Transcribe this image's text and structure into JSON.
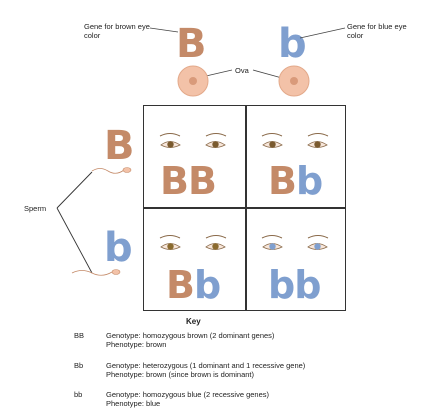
{
  "labels": {
    "gene_brown": "Gene for brown eye color",
    "gene_blue": "Gene for blue eye color",
    "ova": "Ova",
    "sperm": "Sperm"
  },
  "ova_alleles": [
    "B",
    "b"
  ],
  "sperm_alleles": [
    "B",
    "b"
  ],
  "cells": [
    {
      "genotype": "BB",
      "first": "B",
      "second": "B",
      "eye": "brown"
    },
    {
      "genotype": "Bb",
      "first": "B",
      "second": "b",
      "eye": "brown"
    },
    {
      "genotype": "Bb",
      "first": "B",
      "second": "b",
      "eye": "brown"
    },
    {
      "genotype": "bb",
      "first": "b",
      "second": "b",
      "eye": "blue"
    }
  ],
  "key": {
    "title": "Key",
    "entries": [
      {
        "code": "BB",
        "line1": "Genotype: homozygous brown (2 dominant genes)",
        "line2": "Phenotype: brown"
      },
      {
        "code": "Bb",
        "line1": "Genotype: heterozygous (1 dominant and 1 recessive gene)",
        "line2": "Phenotype: brown (since brown is dominant)"
      },
      {
        "code": "bb",
        "line1": "Genotype: homozygous blue (2 recessive genes)",
        "line2": "Phenotype: blue"
      }
    ]
  },
  "colors": {
    "brown_allele": "#c48a68",
    "blue_allele": "#7f9fcf",
    "ovum": "#f3c2a8",
    "brown_iris": "#7a5a2e",
    "blue_iris": "#7f9fcf"
  }
}
